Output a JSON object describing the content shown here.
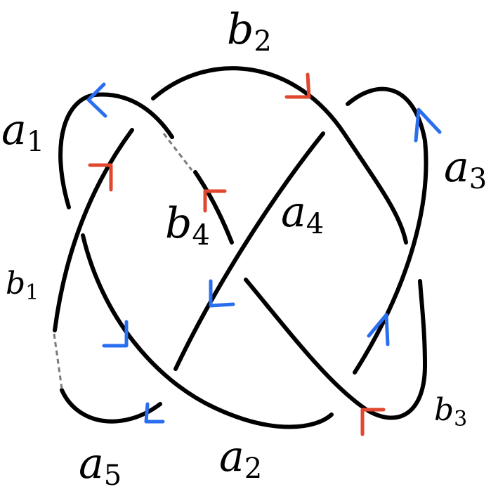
{
  "colors": {
    "strand": "#000000",
    "marker_blue": "#2a6ef0",
    "marker_red": "#e0472e",
    "dashed_connector": "#7a7a7a",
    "background": "#ffffff"
  },
  "labels": {
    "a1": {
      "base": "a",
      "sub": "1"
    },
    "a2": {
      "base": "a",
      "sub": "2"
    },
    "a3": {
      "base": "a",
      "sub": "3"
    },
    "a4": {
      "base": "a",
      "sub": "4"
    },
    "a5": {
      "base": "a",
      "sub": "5"
    },
    "b1": {
      "base": "b",
      "sub": "1"
    },
    "b2": {
      "base": "b",
      "sub": "2"
    },
    "b3": {
      "base": "b",
      "sub": "3"
    },
    "b4": {
      "base": "b",
      "sub": "4"
    }
  }
}
